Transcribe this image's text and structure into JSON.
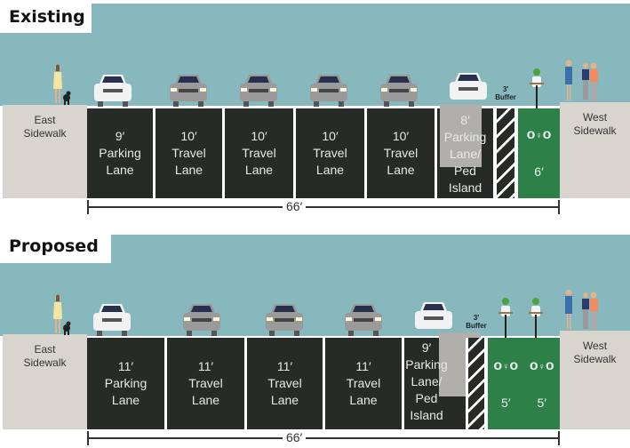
{
  "sections": [
    {
      "title": "Existing",
      "east_sidewalk": "East\nSidewalk",
      "west_sidewalk": "West\nSidewalk",
      "lanes": [
        {
          "width": "9′",
          "name1": "Parking",
          "name2": "Lane"
        },
        {
          "width": "10′",
          "name1": "Travel",
          "name2": "Lane"
        },
        {
          "width": "10′",
          "name1": "Travel",
          "name2": "Lane"
        },
        {
          "width": "10′",
          "name1": "Travel",
          "name2": "Lane"
        },
        {
          "width": "10′",
          "name1": "Travel",
          "name2": "Lane"
        }
      ],
      "ped_island": {
        "width": "8′",
        "lines": [
          "Parking",
          "Lane/",
          "Ped",
          "Island"
        ]
      },
      "buffer_label": "3′\nBuffer",
      "bike_lanes": [
        "6′"
      ],
      "total_width": "66′"
    },
    {
      "title": "Proposed",
      "east_sidewalk": "East\nSidewalk",
      "west_sidewalk": "West\nSidewalk",
      "lanes": [
        {
          "width": "11′",
          "name1": "Parking",
          "name2": "Lane"
        },
        {
          "width": "11′",
          "name1": "Travel",
          "name2": "Lane"
        },
        {
          "width": "11′",
          "name1": "Travel",
          "name2": "Lane"
        },
        {
          "width": "11′",
          "name1": "Travel",
          "name2": "Lane"
        }
      ],
      "ped_island": {
        "width": "9′",
        "lines": [
          "Parking",
          "Lane/",
          "Ped",
          "Island"
        ]
      },
      "buffer_label": "3′\nBuffer",
      "bike_lanes": [
        "5′",
        "5′"
      ],
      "total_width": "66′"
    }
  ],
  "colors": {
    "sky": "#87b8bd",
    "road": "#262b27",
    "bike": "#2e8049",
    "sidewalk": "#d8d5cf",
    "island": "#b1afac"
  },
  "icons": [
    "pedestrian-with-dog-icon",
    "car-icon",
    "cyclist-icon",
    "pedestrians-icon",
    "bike-lane-symbol-icon"
  ]
}
